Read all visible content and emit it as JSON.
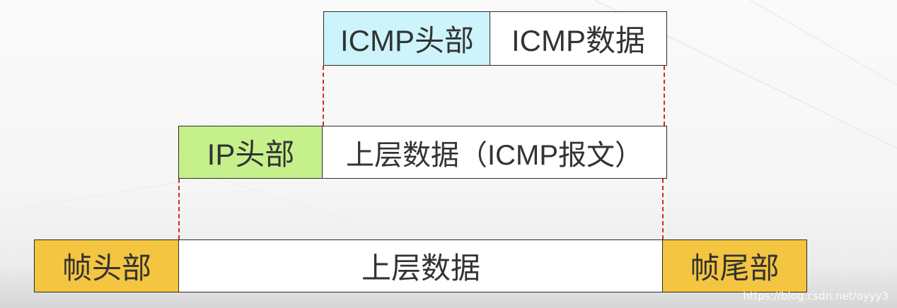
{
  "colors": {
    "icmp_header": "#cdf4fb",
    "ip_header": "#c6f08c",
    "frame": "#f4c540",
    "data": "#ffffff",
    "dash": "#d42a2a"
  },
  "icmp_layer": {
    "header": "ICMP头部",
    "data": "ICMP数据"
  },
  "ip_layer": {
    "header": "IP头部",
    "data": "上层数据（ICMP报文）"
  },
  "frame_layer": {
    "header": "帧头部",
    "data": "上层数据",
    "trailer": "帧尾部"
  },
  "watermark": "https://blog.csdn.net/oyyy3"
}
